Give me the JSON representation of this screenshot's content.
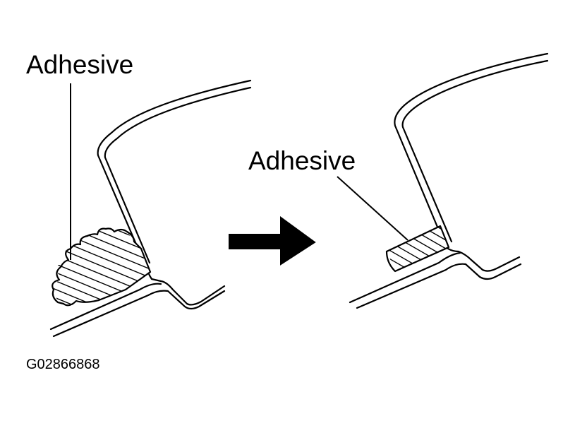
{
  "labels": {
    "left_adhesive": "Adhesive",
    "right_adhesive": "Adhesive",
    "figure_code": "G02866868"
  },
  "colors": {
    "ink": "#000000",
    "background": "#ffffff"
  },
  "icons": {
    "arrow": "arrow-right-icon"
  }
}
